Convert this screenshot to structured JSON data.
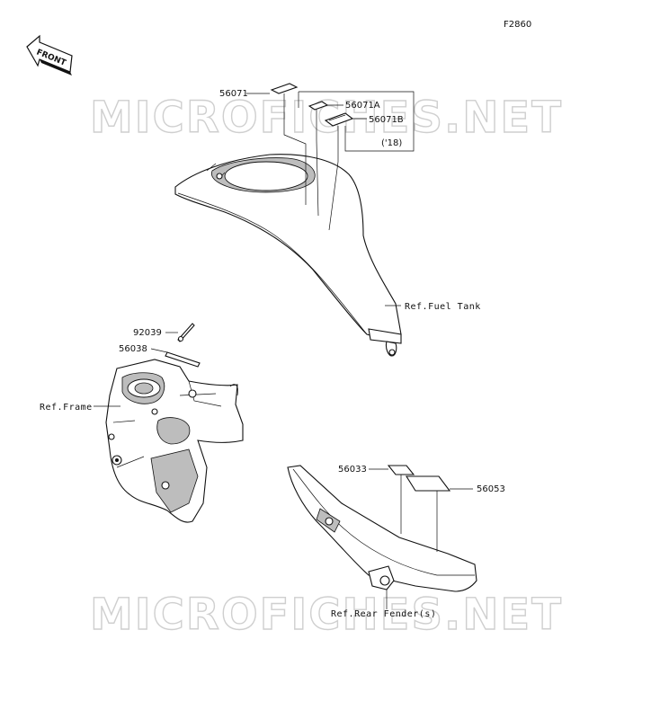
{
  "figure_code": "F2860",
  "front_marker": "FRONT",
  "watermark": "MICROFICHES.NET",
  "callouts": {
    "p56071": "56071",
    "p56071A": "56071A",
    "p56071B": "56071B",
    "year_note": "('18)",
    "ref_fuel_tank": "Ref.Fuel Tank",
    "p92039": "92039",
    "p56038": "56038",
    "ref_frame": "Ref.Frame",
    "p56033": "56033",
    "p56053": "56053",
    "ref_rear_fender": "Ref.Rear Fender(s)"
  }
}
